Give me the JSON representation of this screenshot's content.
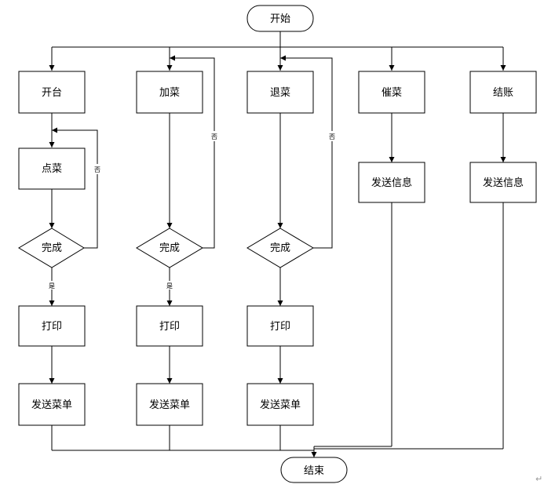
{
  "flowchart": {
    "start": "开始",
    "end": "结束",
    "branches": [
      {
        "top": "开台",
        "loop_node": "点菜",
        "decision": "完成",
        "yes_label": "是",
        "no_label": "否",
        "print": "打印",
        "send": "发送菜单"
      },
      {
        "top": "加菜",
        "decision": "完成",
        "yes_label": "是",
        "no_label": "否",
        "print": "打印",
        "send": "发送菜单"
      },
      {
        "top": "退菜",
        "decision": "完成",
        "no_label": "否",
        "print": "打印",
        "send": "发送菜单"
      },
      {
        "top": "催菜",
        "send": "发送信息"
      },
      {
        "top": "结账",
        "send": "发送信息"
      }
    ]
  },
  "corner_glyph": "↵"
}
